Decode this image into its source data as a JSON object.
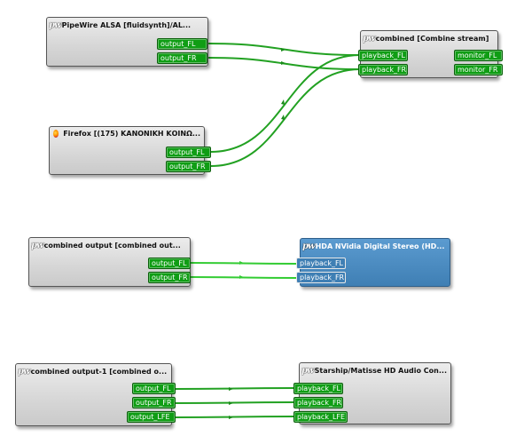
{
  "colors": {
    "wire": "#22a122",
    "wire_highlight": "#33cc33",
    "port_bg": "#0f9d14",
    "node_selected": "#3f7fb4"
  },
  "nodes": {
    "pipewire_alsa": {
      "icon": "pipewire-icon",
      "icon_text": "pw",
      "title": "PipeWire ALSA [fluidsynth]/AL...",
      "ports": [
        "output_FL",
        "output_FR"
      ]
    },
    "combined_stream": {
      "icon": "pipewire-icon",
      "icon_text": "pw",
      "title": "combined [Combine stream]",
      "inputs": [
        "playback_FL",
        "playback_FR"
      ],
      "outputs": [
        "monitor_FL",
        "monitor_FR"
      ]
    },
    "firefox": {
      "icon": "firefox-icon",
      "title": "Firefox [(175) ΚΑΝΟΝΙΚΗ ΚΟΙΝΩ...",
      "ports": [
        "output_FL",
        "output_FR"
      ]
    },
    "combined_output": {
      "icon": "pipewire-icon",
      "icon_text": "pw",
      "title": "combined output [combined out...",
      "ports": [
        "output_FL",
        "output_FR"
      ]
    },
    "hda_nvidia": {
      "icon": "pipewire-icon",
      "icon_text": "pw",
      "title": "HDA NVidia Digital Stereo (HD...",
      "ports": [
        "playback_FL",
        "playback_FR"
      ]
    },
    "combined_output_1": {
      "icon": "pipewire-icon",
      "icon_text": "pw",
      "title": "combined output-1 [combined o...",
      "ports": [
        "output_FL",
        "output_FR",
        "output_LFE"
      ]
    },
    "starship": {
      "icon": "pipewire-icon",
      "icon_text": "pw",
      "title": "Starship/Matisse HD Audio Con...",
      "ports": [
        "playback_FL",
        "playback_FR",
        "playback_LFE"
      ]
    }
  }
}
